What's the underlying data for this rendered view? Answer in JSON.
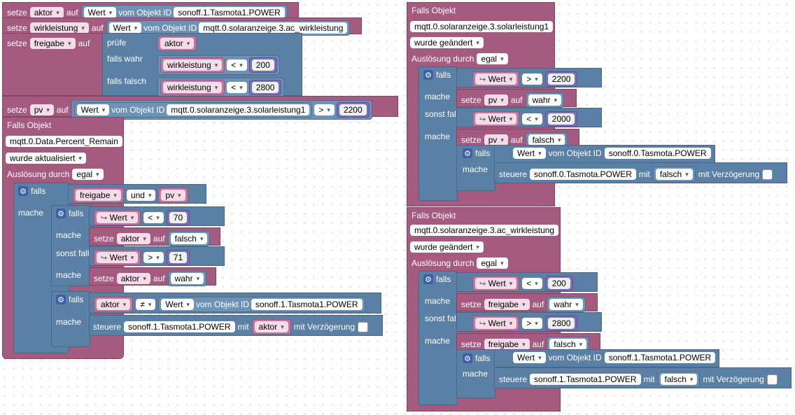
{
  "kw": {
    "setze": "setze",
    "auf": "auf",
    "wert": "Wert",
    "vom_objekt_id": "vom Objekt ID",
    "pruefe": "prüfe",
    "falls_wahr": "falls wahr",
    "falls_falsch": "falls falsch",
    "falls_objekt": "Falls Objekt",
    "wurde_aktualisiert": "wurde aktualisiert",
    "wurde_geaendert": "wurde geändert",
    "ausloesung_durch": "Auslösung durch",
    "egal": "egal",
    "falls": "falls",
    "mache": "mache",
    "sonst_falls": "sonst falls",
    "und": "und",
    "steuere": "steuere",
    "mit": "mit",
    "mit_verzoegerung": "mit Verzögerung",
    "wahr": "wahr",
    "falsch": "falsch",
    "lt": "<",
    "gt": ">",
    "ne": "≠",
    "return_arrow": "↪"
  },
  "vars": {
    "aktor": "aktor",
    "wirkleistung": "wirkleistung",
    "freigabe": "freigabe",
    "pv": "pv"
  },
  "ids": {
    "sonoff1": "sonoff.1.Tasmota1.POWER",
    "ac_wirk": "mqtt.0.solaranzeige.3.ac_wirkleistung",
    "solar1": "mqtt.0.solaranzeige.3.solarleistung1",
    "percent": "mqtt.0.Data.Percent_Remain",
    "sonoff0": "sonoff.0.Tasmota.POWER"
  },
  "nums": {
    "n200": "200",
    "n2800": "2800",
    "n2200": "2200",
    "n70": "70",
    "n71": "71",
    "n2000": "2000"
  },
  "colors": {
    "variable": "#a55b80",
    "logic": "#5b80a5",
    "math": "#5b67a5",
    "background": "#ffffff"
  }
}
